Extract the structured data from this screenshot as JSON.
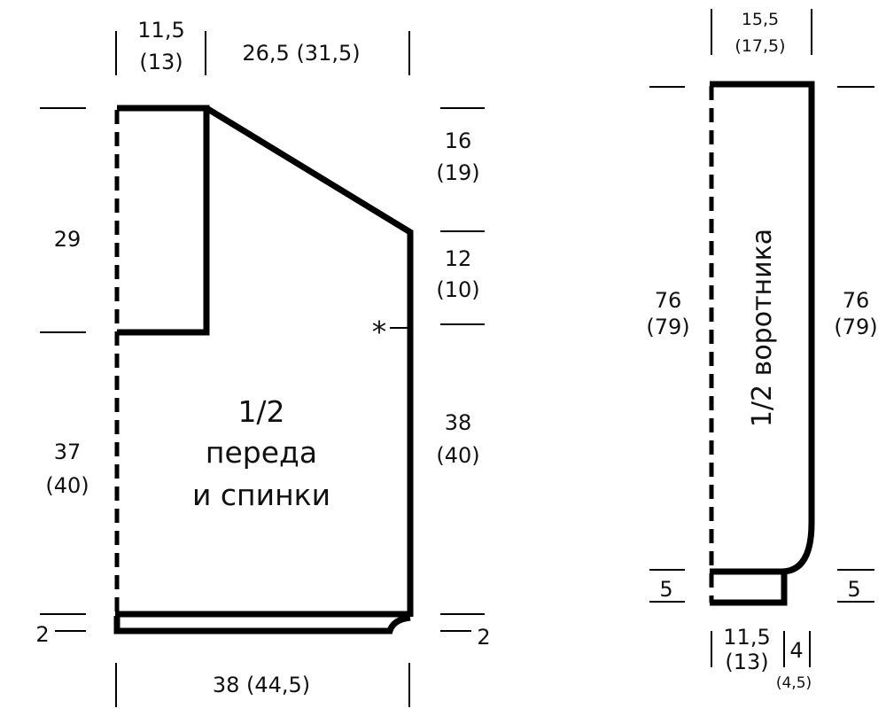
{
  "body_piece": {
    "title_line1": "1/2",
    "title_line2": "переда",
    "title_line3": "и спинки",
    "top": {
      "shoulder": "11,5",
      "shoulder_alt": "(13)",
      "neck": "26,5  (31,5)"
    },
    "left": {
      "armhole": "29",
      "lower": "37",
      "lower_alt": "(40)",
      "rib": "2"
    },
    "right": {
      "neck_depth": "16",
      "neck_depth_alt": "(19)",
      "upper": "12",
      "upper_alt": "(10)",
      "lower": "38",
      "lower_alt": "(40)",
      "rib": "2",
      "marker": "*"
    },
    "bottom": {
      "width": "38  (44,5)"
    }
  },
  "collar_piece": {
    "title": "1/2 воротника",
    "top": {
      "width": "15,5",
      "width_alt": "(17,5)"
    },
    "left": {
      "length": "76",
      "length_alt": "(79)",
      "band": "5"
    },
    "right": {
      "length": "76",
      "length_alt": "(79)",
      "band": "5"
    },
    "bottom": {
      "width": "11,5",
      "width_alt": "(13)",
      "ext": "4",
      "ext_alt": "(4,5)"
    }
  }
}
